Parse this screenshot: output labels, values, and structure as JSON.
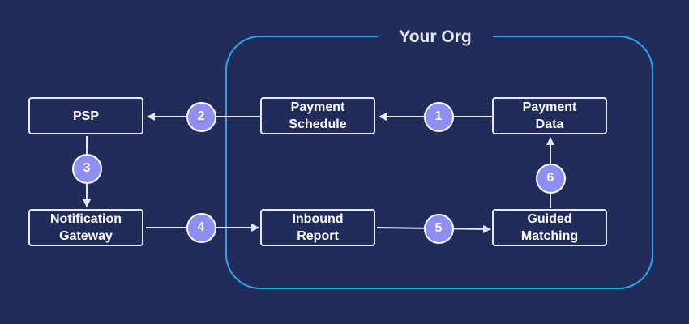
{
  "org": {
    "label": "Your Org"
  },
  "nodes": {
    "psp": "PSP",
    "notification_gateway": "Notification\nGateway",
    "payment_schedule": "Payment\nSchedule",
    "payment_data": "Payment\nData",
    "inbound_report": "Inbound\nReport",
    "guided_matching": "Guided\nMatching"
  },
  "steps": [
    "1",
    "2",
    "3",
    "4",
    "5",
    "6"
  ],
  "colors": {
    "background": "#222c5a",
    "org_border": "#2aa6ec",
    "node_border": "#e6e9f5",
    "badge_fill": "#8f8ef2",
    "text": "#ffffff"
  }
}
